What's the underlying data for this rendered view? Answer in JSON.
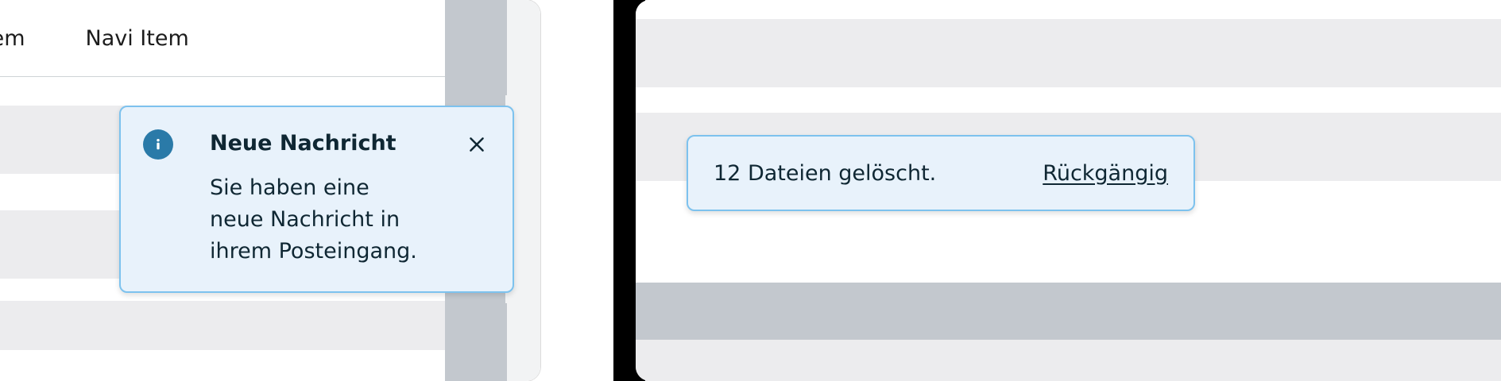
{
  "colors": {
    "toast_bg": "#e8f2fb",
    "toast_border": "#7dc2ee",
    "info_badge": "#2a7aa8",
    "text": "#0f2733",
    "row_grey": "#ececee",
    "row_dark": "#c3c8ce",
    "page_white": "#ffffff",
    "gap_black": "#000000"
  },
  "left_screen": {
    "navbar": {
      "items": [
        {
          "label": "tem"
        },
        {
          "label": "Navi Item"
        }
      ],
      "avatar_icon": "person-icon"
    },
    "toast": {
      "icon": "info-icon",
      "title": "Neue Nachricht",
      "body": "Sie haben eine neue Nachricht in ihrem Posteingang.",
      "close_icon": "close-icon"
    },
    "rows": [
      {
        "style": "white",
        "height": 36
      },
      {
        "style": "grey",
        "height": 86
      },
      {
        "style": "white",
        "height": 46
      },
      {
        "style": "grey",
        "height": 86
      },
      {
        "style": "white",
        "height": 28
      },
      {
        "style": "grey",
        "height": 62
      },
      {
        "style": "white",
        "height": 40
      }
    ]
  },
  "right_screen": {
    "toast": {
      "message": "12 Dateien gelöscht.",
      "action_label": "Rückgängig"
    },
    "rows": [
      {
        "style": "white",
        "height": 24
      },
      {
        "style": "grey",
        "height": 86
      },
      {
        "style": "white",
        "height": 32
      },
      {
        "style": "grey",
        "height": 86
      },
      {
        "style": "white",
        "height": 128
      },
      {
        "style": "dark",
        "height": 72
      },
      {
        "style": "grey",
        "height": 52
      }
    ]
  }
}
